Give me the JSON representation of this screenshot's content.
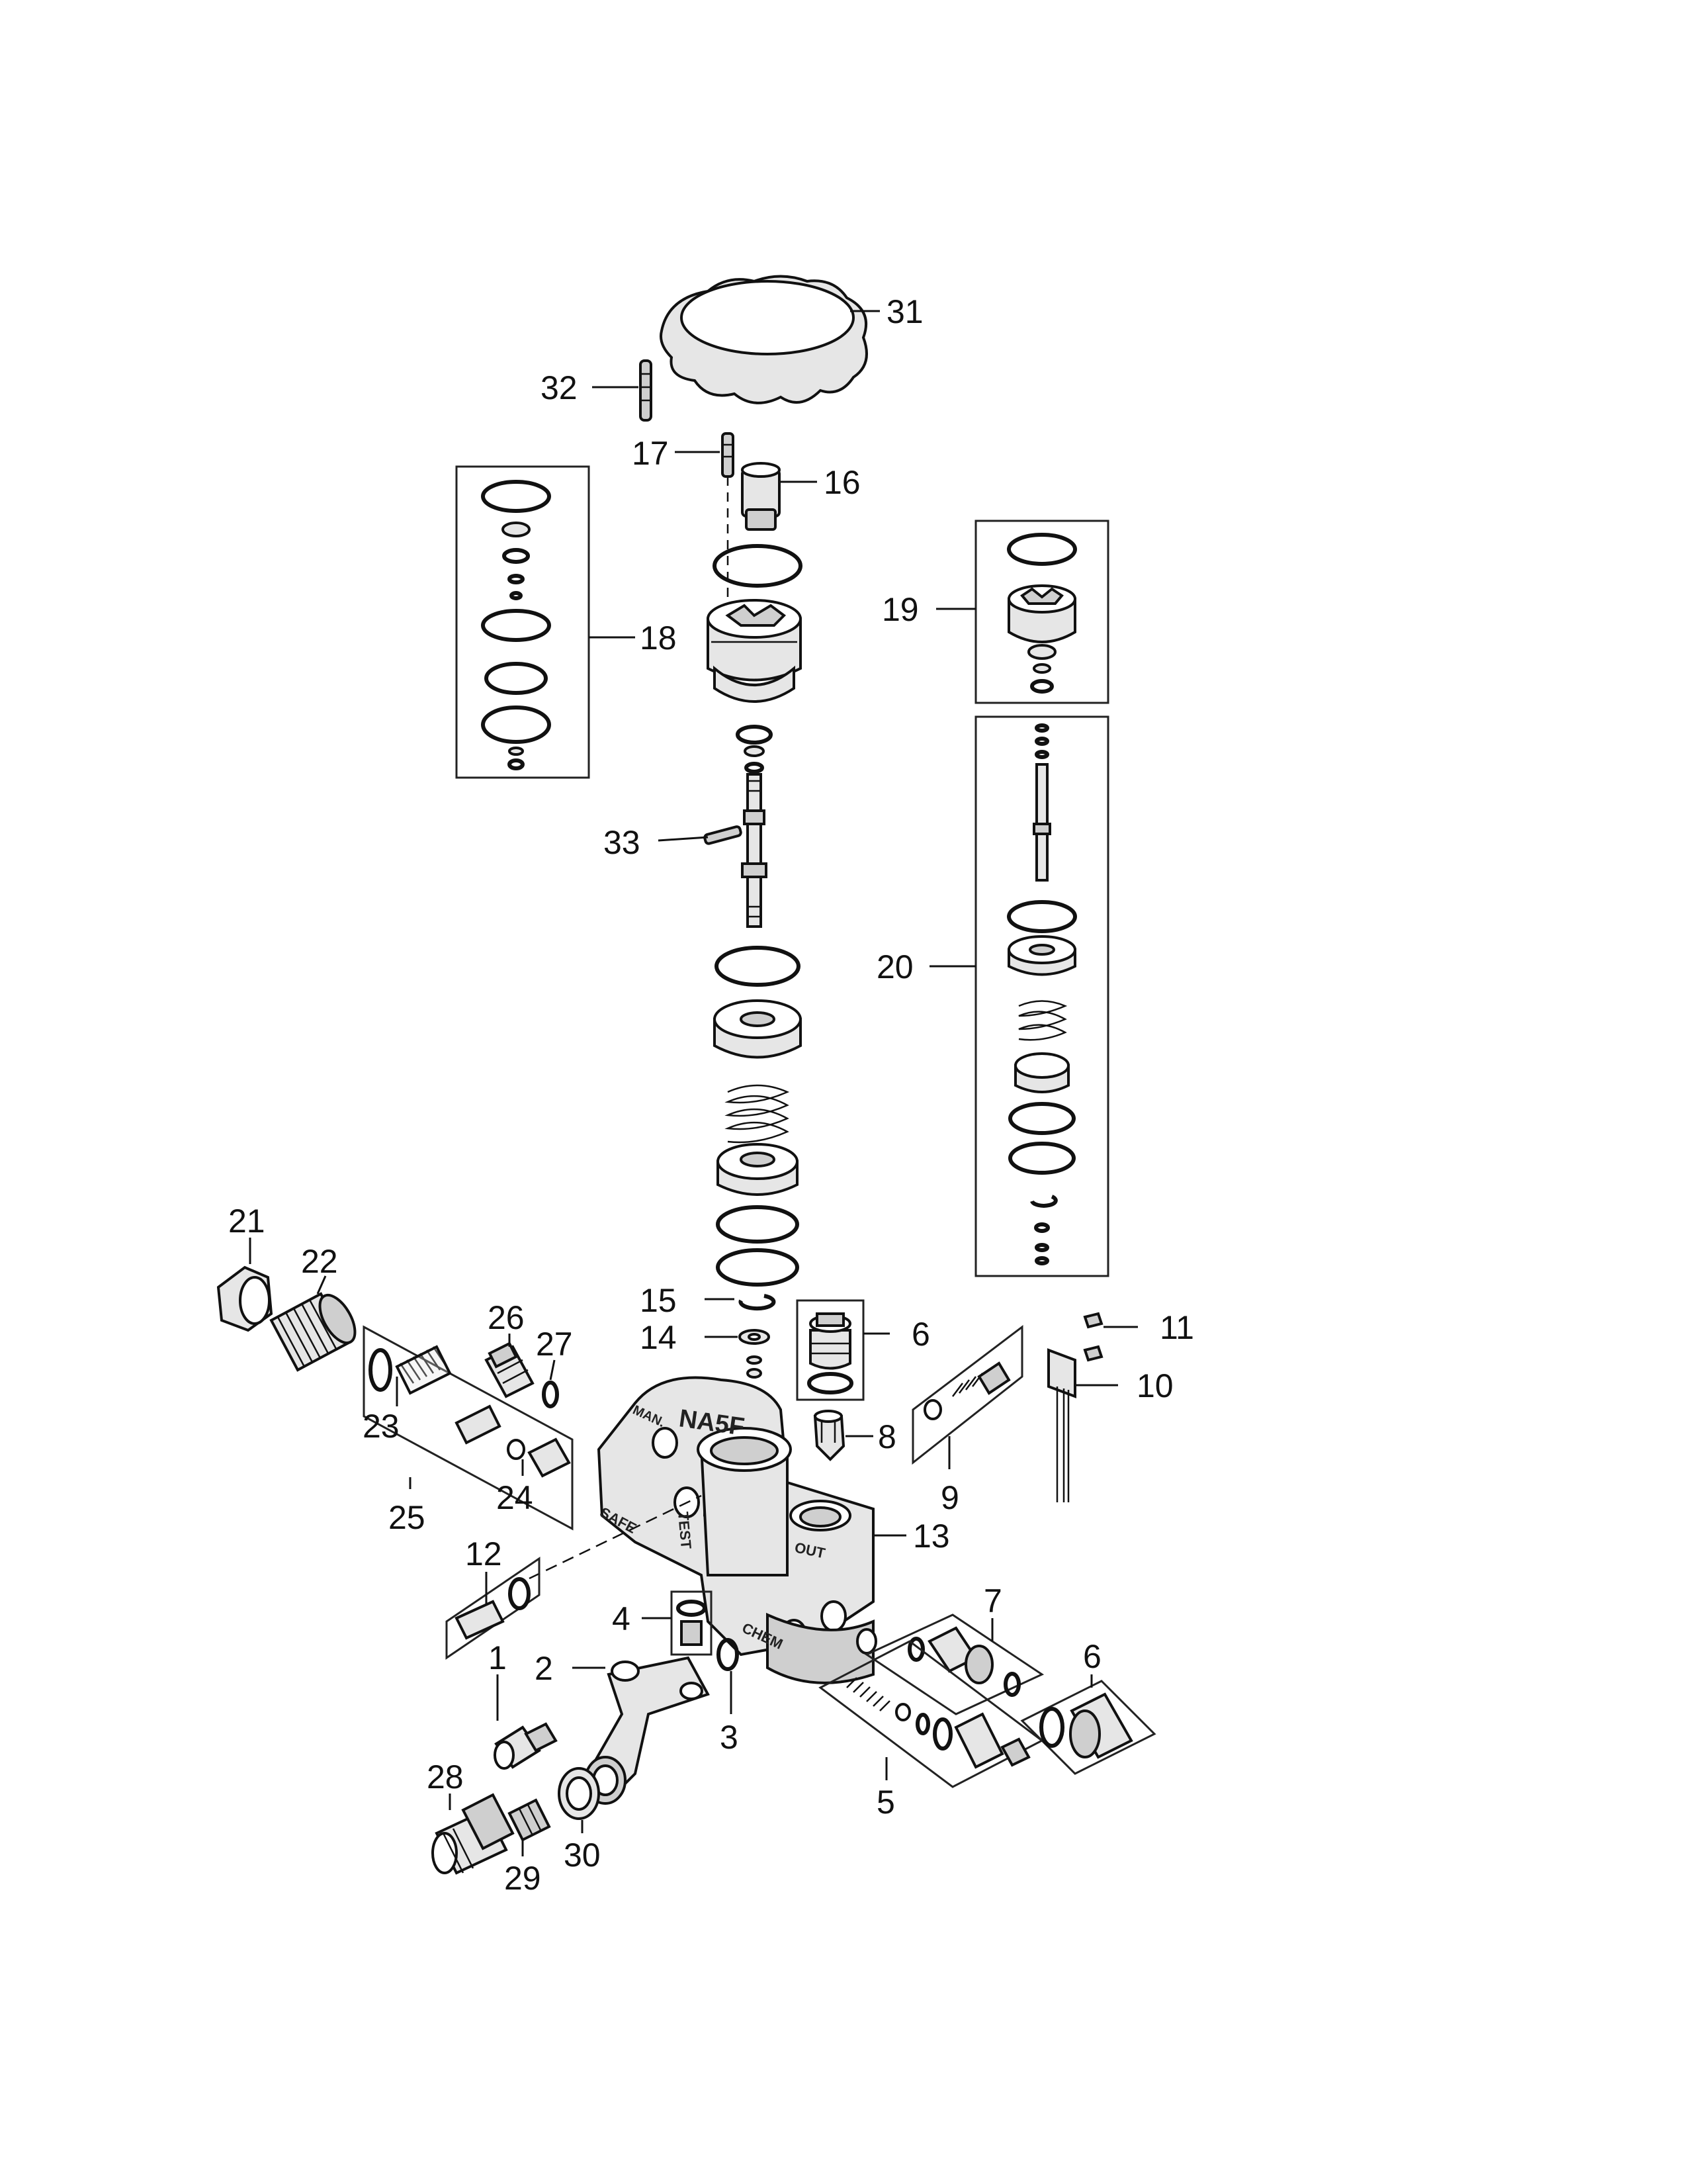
{
  "diagram": {
    "callouts": [
      {
        "id": "c31",
        "text": "31"
      },
      {
        "id": "c32",
        "text": "32"
      },
      {
        "id": "c17",
        "text": "17"
      },
      {
        "id": "c16",
        "text": "16"
      },
      {
        "id": "c18",
        "text": "18"
      },
      {
        "id": "c19",
        "text": "19"
      },
      {
        "id": "c33",
        "text": "33"
      },
      {
        "id": "c20",
        "text": "20"
      },
      {
        "id": "c21",
        "text": "21"
      },
      {
        "id": "c22",
        "text": "22"
      },
      {
        "id": "c15",
        "text": "15"
      },
      {
        "id": "c14",
        "text": "14"
      },
      {
        "id": "c6a",
        "text": "6"
      },
      {
        "id": "c11",
        "text": "11"
      },
      {
        "id": "c26",
        "text": "26"
      },
      {
        "id": "c27",
        "text": "27"
      },
      {
        "id": "c10",
        "text": "10"
      },
      {
        "id": "c23",
        "text": "23"
      },
      {
        "id": "c8",
        "text": "8"
      },
      {
        "id": "c24",
        "text": "24"
      },
      {
        "id": "c9",
        "text": "9"
      },
      {
        "id": "c25",
        "text": "25"
      },
      {
        "id": "c13",
        "text": "13"
      },
      {
        "id": "c12",
        "text": "12"
      },
      {
        "id": "c7",
        "text": "7"
      },
      {
        "id": "c4",
        "text": "4"
      },
      {
        "id": "c6b",
        "text": "6"
      },
      {
        "id": "c1",
        "text": "1"
      },
      {
        "id": "c2",
        "text": "2"
      },
      {
        "id": "c3",
        "text": "3"
      },
      {
        "id": "c5",
        "text": "5"
      },
      {
        "id": "c28",
        "text": "28"
      },
      {
        "id": "c30",
        "text": "30"
      },
      {
        "id": "c29",
        "text": "29"
      }
    ],
    "body_markings": {
      "model": "NA5F",
      "man": "MAN.",
      "safe": "SAFE",
      "test": "TEST",
      "out": "OUT",
      "chem": "CHEM"
    }
  }
}
